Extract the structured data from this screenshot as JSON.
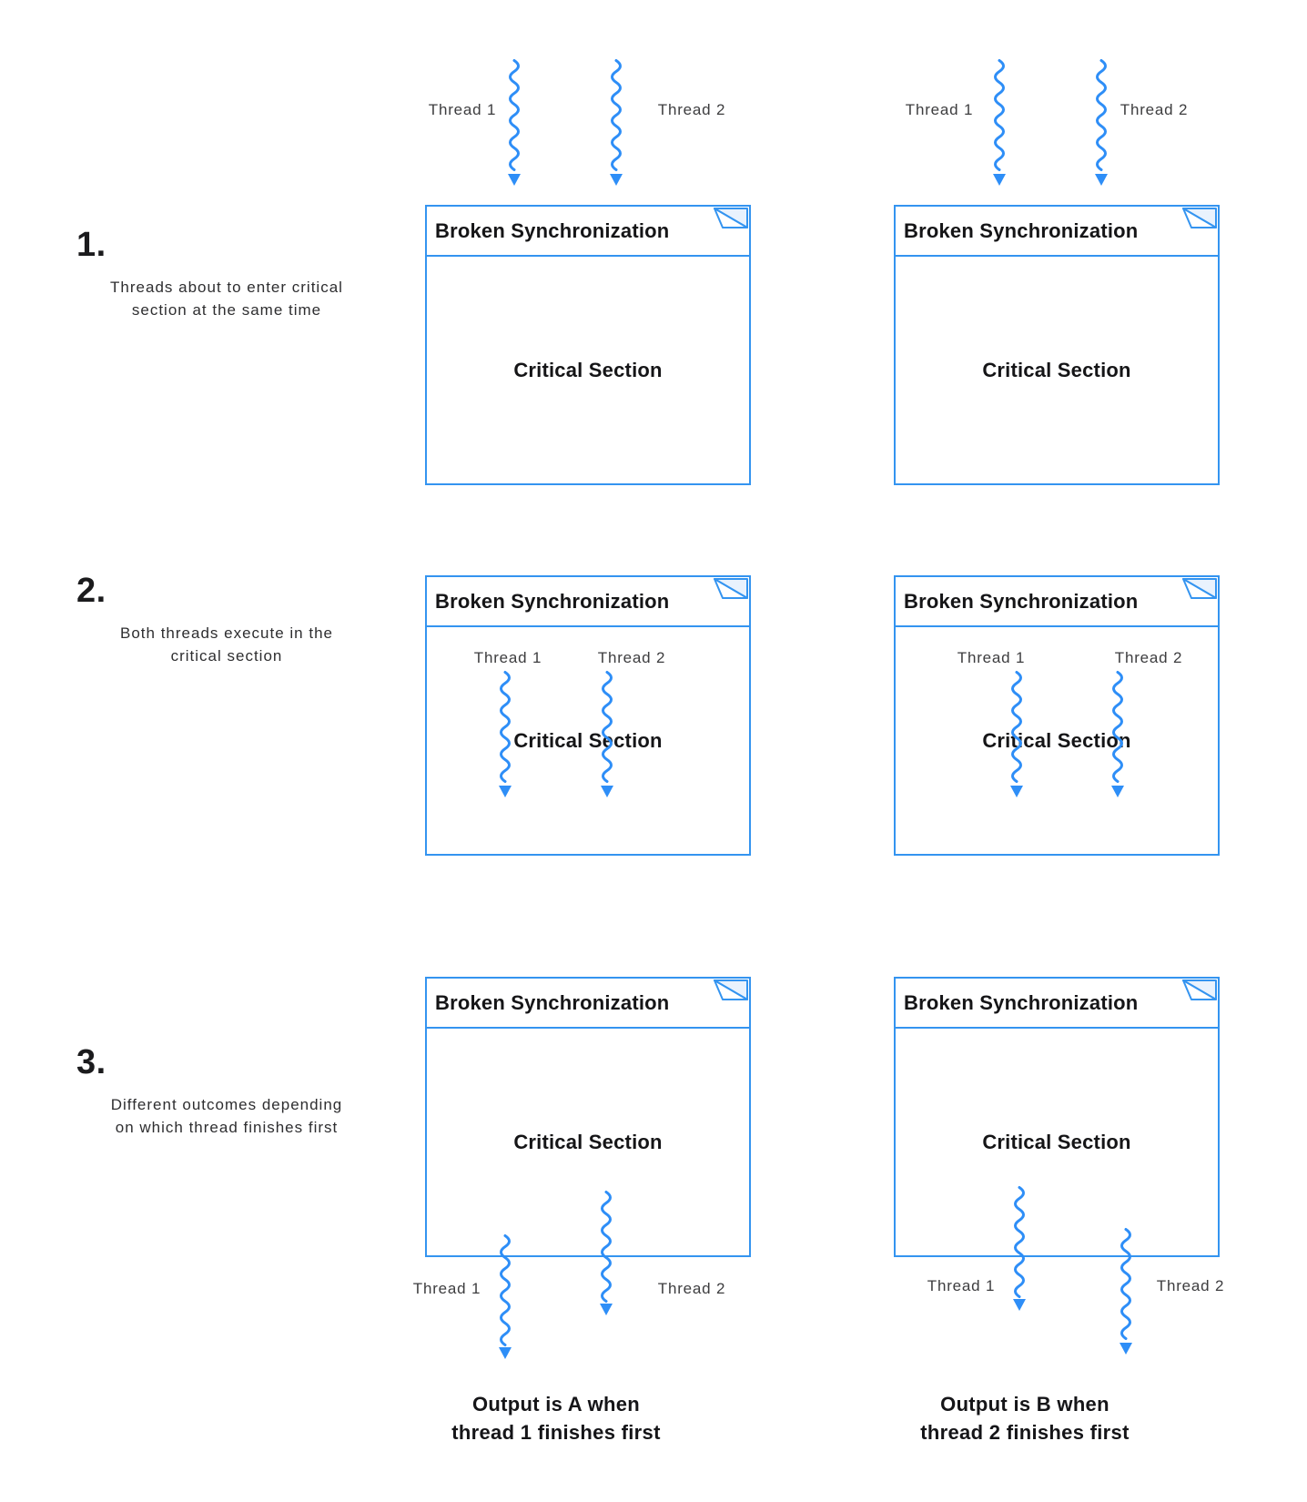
{
  "colors": {
    "box_border": "#3494f0",
    "arrow": "#2e8ef7",
    "fold_fill": "#e9f2fd",
    "heading_text": "#151517",
    "body_text": "#2e2e30"
  },
  "thread_labels": {
    "thread1": "Thread 1",
    "thread2": "Thread 2"
  },
  "sync_box": {
    "title": "Broken Synchronization",
    "body_label": "Critical Section"
  },
  "steps": [
    {
      "number": "1.",
      "description_lines": [
        "Threads about to enter critical",
        "section at the same time"
      ]
    },
    {
      "number": "2.",
      "description_lines": [
        "Both threads execute in the",
        "critical section"
      ]
    },
    {
      "number": "3.",
      "description_lines": [
        "Different outcomes depending",
        "on which thread finishes first"
      ]
    }
  ],
  "outcome_captions": [
    {
      "lines": [
        "Output is A when",
        "thread 1 finishes first"
      ]
    },
    {
      "lines": [
        "Output is B when",
        "thread 2 finishes first"
      ]
    }
  ]
}
